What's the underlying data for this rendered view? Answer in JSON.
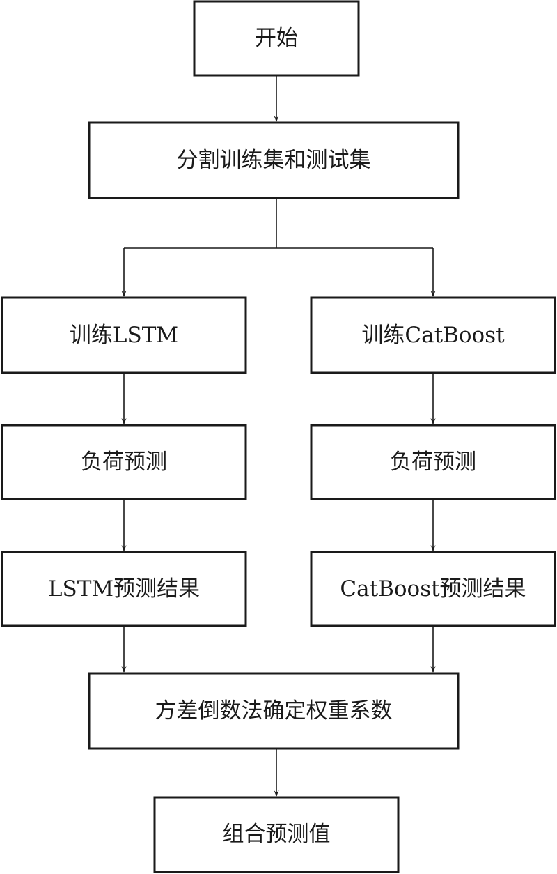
{
  "nodes": {
    "start": "开始",
    "split": "分割训练集和测试集",
    "train_lstm": "训练LSTM",
    "train_catboost": "训练CatBoost",
    "forecast_lstm": "负荷预测",
    "forecast_catboost": "负荷预测",
    "result_lstm": "LSTM预测结果",
    "result_catboost": "CatBoost预测结果",
    "weights": "方差倒数法确定权重系数",
    "combined": "组合预测值"
  },
  "colors": {
    "stroke": "#1a1a1a",
    "background": "#ffffff"
  }
}
